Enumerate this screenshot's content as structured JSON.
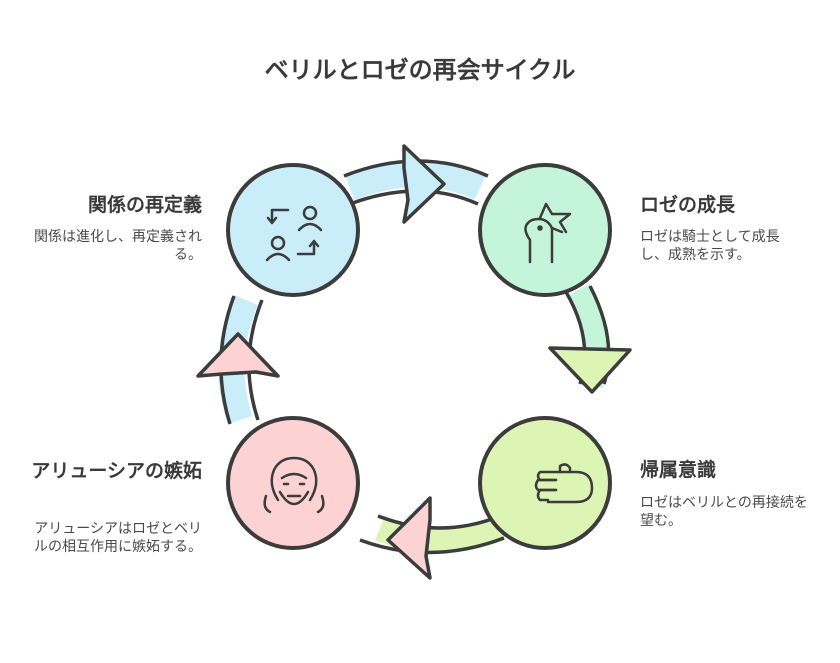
{
  "title": "ベリルとロゼの再会サイクル",
  "stages": [
    {
      "title": "関係の再定義",
      "description": "関係は進化し、再定義される。",
      "icon": "relationship-cycle-icon",
      "color": "#c9eefa"
    },
    {
      "title": "ロゼの成長",
      "description": "ロゼは騎士として成長し、成熟を示す。",
      "icon": "bird-icon",
      "color": "#c4f4da"
    },
    {
      "title": "帰属意識",
      "description": "ロゼはベリルとの再接続を望む。",
      "icon": "hand-icon",
      "color": "#ddf5b4"
    },
    {
      "title": "アリューシアの嫉妬",
      "description": "アリューシアはロゼとベリルの相互作用に嫉妬する。",
      "icon": "bearded-face-icon",
      "color": "#fcd2d2"
    }
  ],
  "colors": {
    "stroke": "#3c3c3c",
    "text": "#3a3a3a"
  }
}
